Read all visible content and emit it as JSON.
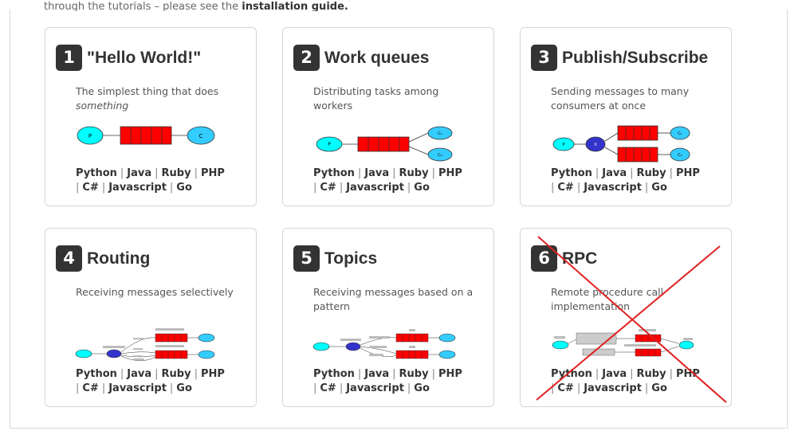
{
  "intro": {
    "text_start": "through the tutorials – please see the ",
    "text_link": "installation guide."
  },
  "cards": [
    {
      "num": "1",
      "title": "\"Hello World!\"",
      "desc_plain": "The simplest thing that does",
      "desc_italic": "something"
    },
    {
      "num": "2",
      "title": "Work queues",
      "desc_plain": "Distributing tasks among workers",
      "desc_italic": ""
    },
    {
      "num": "3",
      "title": "Publish/Subscribe",
      "desc_plain": "Sending messages to many consumers at once",
      "desc_italic": ""
    },
    {
      "num": "4",
      "title": "Routing",
      "desc_plain": "Receiving messages selectively",
      "desc_italic": ""
    },
    {
      "num": "5",
      "title": "Topics",
      "desc_plain": "Receiving messages based on a pattern",
      "desc_italic": ""
    },
    {
      "num": "6",
      "title": "RPC",
      "desc_plain": "Remote procedure call implementation",
      "desc_italic": ""
    }
  ],
  "languages": [
    "Python",
    "Java",
    "Ruby",
    "PHP",
    "C#",
    "Javascript",
    "Go"
  ],
  "separator": "|",
  "colors": {
    "queue": "#ff0000",
    "producer": "#00ffff",
    "consumer": "#33ccff",
    "exchange": "#3333cc",
    "cross": "#e02020"
  }
}
